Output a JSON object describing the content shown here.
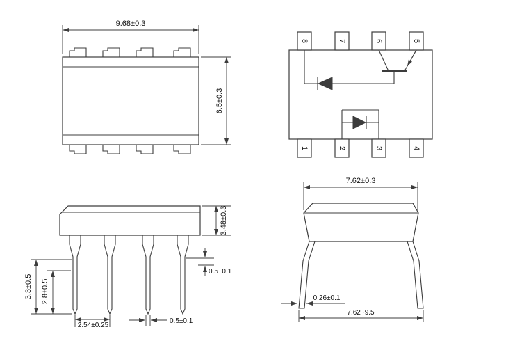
{
  "drawing": {
    "stroke_color": "#3c3c3c",
    "text_color": "#111111",
    "background": "#ffffff"
  },
  "top_view": {
    "width_dim": "9.68±0.3",
    "height_dim": "6.5±0.3"
  },
  "schematic": {
    "pins_top": [
      "8",
      "7",
      "6",
      "5"
    ],
    "pins_bottom": [
      "1",
      "2",
      "3",
      "4"
    ]
  },
  "front_view": {
    "lead_length_dim": "3.3±0.5",
    "lead_length2_dim": "2.8±0.5",
    "pitch_dim": "2.54±0.25",
    "lead_width_dim": "0.5±0.1",
    "body_height_dim": "3.48±0.3",
    "standoff_dim": "0.5±0.1"
  },
  "side_view": {
    "body_width_dim": "7.62±0.3",
    "lead_thickness_dim": "0.26±0.1",
    "row_span_dim": "7.62~9.5"
  }
}
